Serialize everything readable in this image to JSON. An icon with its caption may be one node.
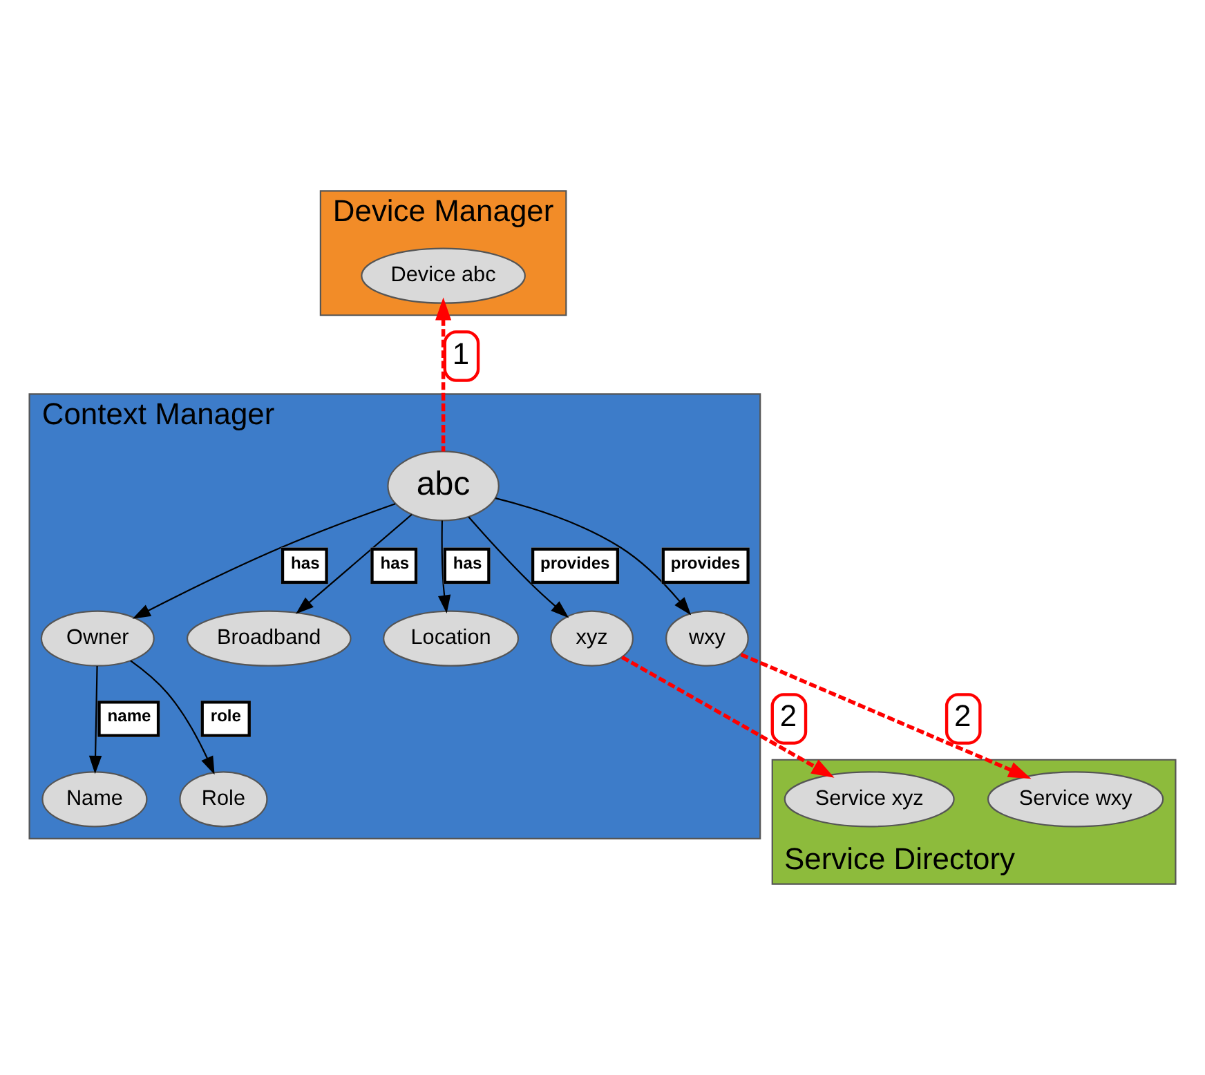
{
  "diagram": {
    "nodes": [
      {
        "text": [
          "Device Manager"
        ]
      },
      {
        "text": [
          "Device abc"
        ],
        "in": 0
      },
      {
        "text": [
          "Context Manager"
        ]
      },
      {
        "text": [
          "abc"
        ],
        "in": 2
      },
      {
        "text": [
          "Owner"
        ],
        "in": 2
      },
      {
        "text": [
          "Name"
        ],
        "in": 2
      },
      {
        "text": [
          "Role"
        ],
        "in": 2
      },
      {
        "text": [
          "Broadband"
        ],
        "in": 2
      },
      {
        "text": [
          "Location"
        ],
        "in": 2
      },
      {
        "text": [
          "xyz"
        ],
        "in": 2
      },
      {
        "text": [
          "wxy"
        ],
        "in": 2
      },
      {
        "text": [
          "Service Directory"
        ]
      },
      {
        "text": [
          "Service xyz"
        ],
        "in": 11
      },
      {
        "text": [
          "Service wxy"
        ],
        "in": 11
      }
    ],
    "edges": [
      {
        "from": 3,
        "to": 1,
        "arrow": "to",
        "label": "1",
        "style": "dashed",
        "color": "#ff0000"
      },
      {
        "from": 3,
        "to": 4,
        "arrow": "to",
        "label": "has"
      },
      {
        "from": 4,
        "to": 5,
        "arrow": "to",
        "label": "name"
      },
      {
        "from": 4,
        "to": 6,
        "arrow": "to",
        "label": "role"
      },
      {
        "from": 3,
        "to": 7,
        "arrow": "to",
        "label": "has"
      },
      {
        "from": 3,
        "to": 8,
        "arrow": "to",
        "label": "has"
      },
      {
        "from": 3,
        "to": 9,
        "arrow": "to",
        "label": "provides"
      },
      {
        "from": 3,
        "to": 10,
        "arrow": "to",
        "label": "provides"
      },
      {
        "from": 9,
        "to": 12,
        "arrow": "to",
        "label": "2",
        "style": "dashed",
        "color": "#ff0000"
      },
      {
        "from": 10,
        "to": 13,
        "arrow": "to",
        "label": "2",
        "style": "dashed",
        "color": "#ff0000"
      }
    ]
  }
}
